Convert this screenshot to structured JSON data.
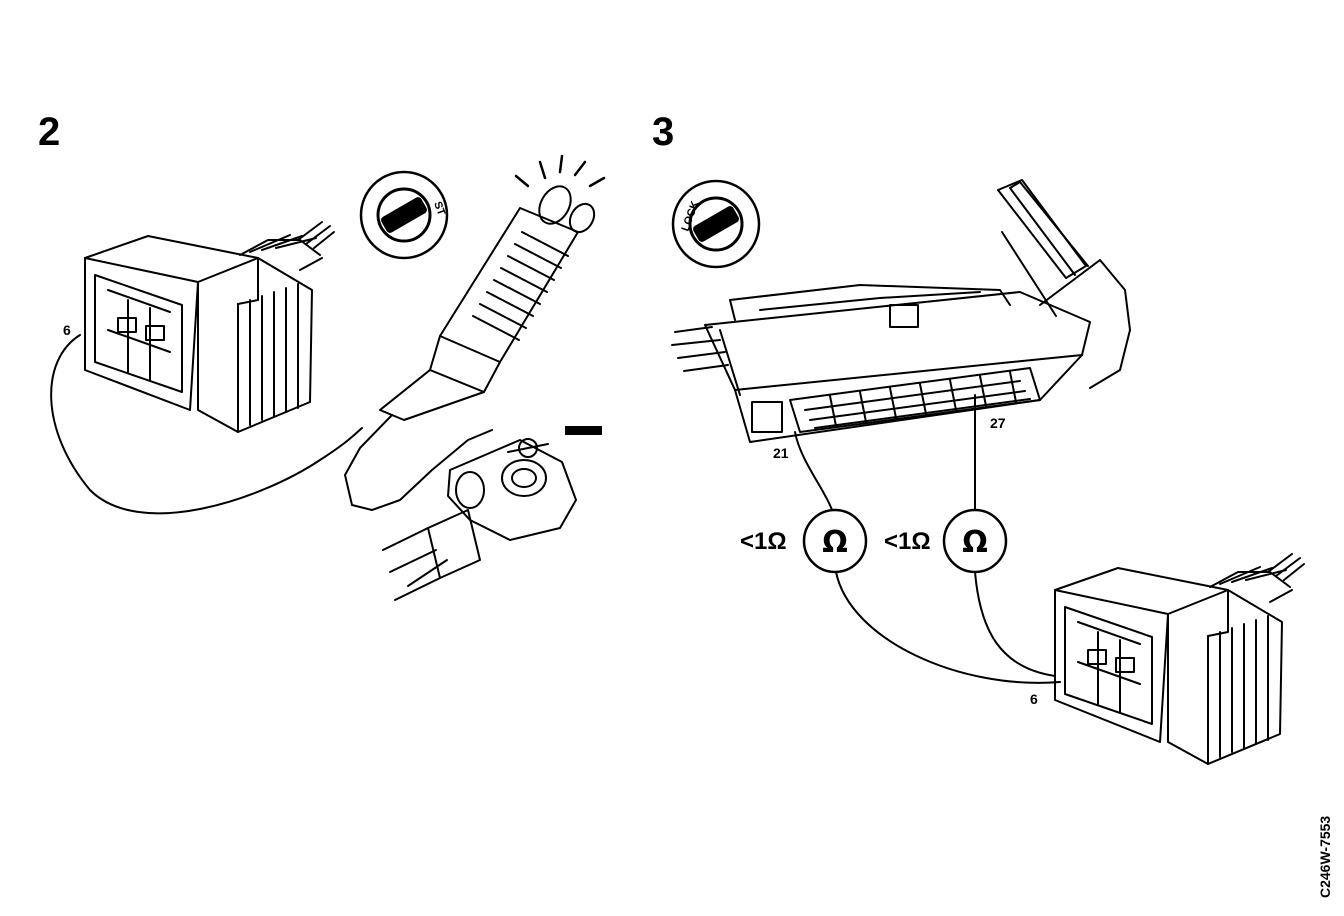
{
  "panels": [
    {
      "step": "2",
      "key_position": "ST",
      "connector_pin": "6",
      "ground_symbol": "—"
    },
    {
      "step": "3",
      "key_position": "LOCK",
      "ecu_pins": [
        "21",
        "27"
      ],
      "connector_pin": "6",
      "meters": [
        {
          "reading": "<1Ω",
          "symbol": "Ω"
        },
        {
          "reading": "<1Ω",
          "symbol": "Ω"
        }
      ]
    }
  ],
  "reference_code": "C246W-7553"
}
